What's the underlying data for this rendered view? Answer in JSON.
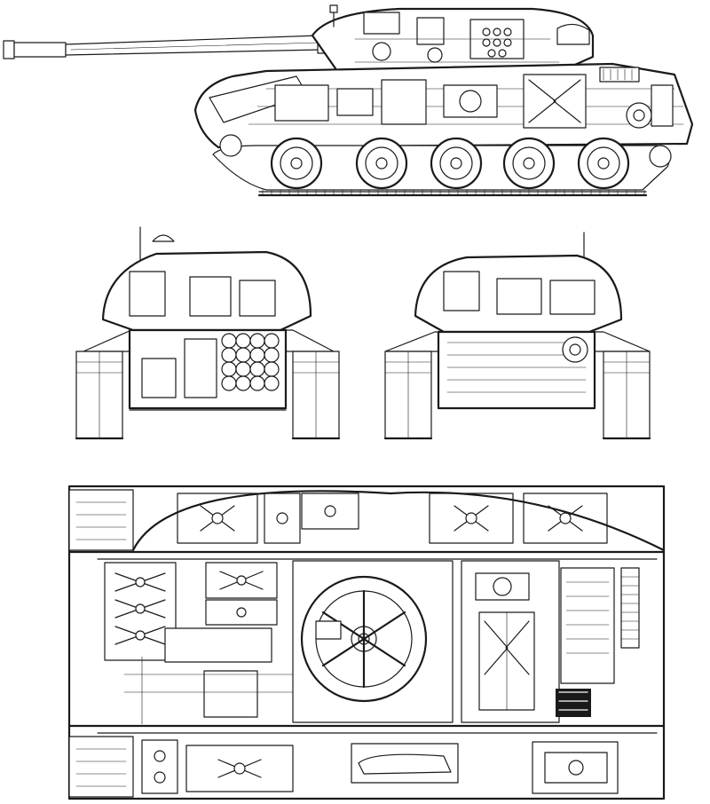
{
  "colors": {
    "ink": "#1a1a1a",
    "paper": "#ffffff",
    "shade": "#e6e6e6"
  },
  "views": [
    {
      "id": "side-cutaway",
      "icon": "tank-side-profile-icon"
    },
    {
      "id": "front-section",
      "icon": "tank-front-section-icon"
    },
    {
      "id": "rear-section",
      "icon": "tank-rear-section-icon"
    },
    {
      "id": "top-plan",
      "icon": "tank-top-plan-icon"
    }
  ],
  "road_wheel_count": 5,
  "ammo_rounds_front_section": 16
}
